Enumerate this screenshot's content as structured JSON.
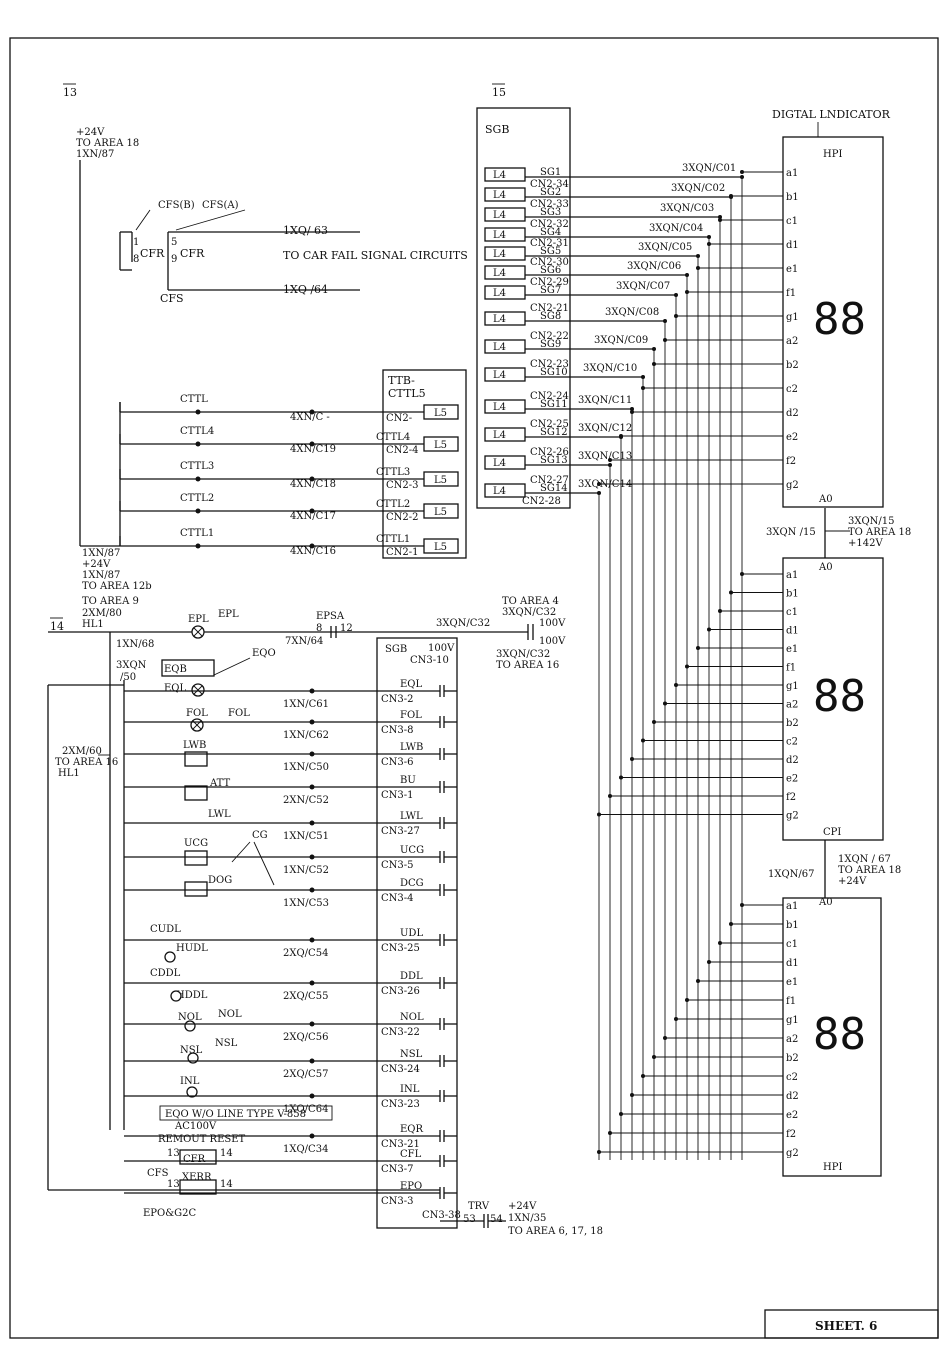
{
  "sheet": {
    "region_left": "13",
    "region_mid": "15",
    "region_lower": "14",
    "footer": "SHEET. 6"
  },
  "power_top": {
    "line1": "+24V",
    "line2": "TO AREA 18",
    "line3": "1XN/87"
  },
  "cfr": {
    "cfs_b": "CFS(B)",
    "cfs_a": "CFS(A)",
    "coil_left": "CFR",
    "coil_right": "CFR",
    "t1": "1",
    "t8": "8",
    "t5": "5",
    "t9": "9",
    "cfs": "CFS",
    "out1": "1XQ/ 63",
    "out2": "1XQ /64",
    "target": "TO CAR FAIL SIGNAL CIRCUITS"
  },
  "ttb": {
    "title1": "TTB-",
    "title2": "CTTL5",
    "rows": [
      {
        "lamp": "CTTL",
        "wire": "4XN/C -",
        "pin": "CN2-",
        "cn": ""
      },
      {
        "lamp": "CTTL4",
        "wire": "4XN/C19",
        "pin": "CN2-4",
        "cn": "CTTL4"
      },
      {
        "lamp": "CTTL3",
        "wire": "4XN/C18",
        "pin": "CN2-3",
        "cn": "CTTL3"
      },
      {
        "lamp": "CTTL2",
        "wire": "4XN/C17",
        "pin": "CN2-2",
        "cn": "CTTL2"
      },
      {
        "lamp": "CTTL1",
        "wire": "4XN/C16",
        "pin": "CN2-1",
        "cn": "CTTL1"
      }
    ],
    "relay": "L5"
  },
  "power_mid": {
    "l1": "1XN/87",
    "l2": "+24V",
    "l3": "1XN/87",
    "l4": "TO AREA 12b",
    "l5": "TO AREA 9",
    "l6": "2XM/80",
    "l7": "HL1"
  },
  "sgb_top": {
    "title": "SGB",
    "relay": "L4",
    "rows": [
      {
        "sg": "SG1",
        "cn": "",
        "cable": "3XQN/C01"
      },
      {
        "sg": "SG2",
        "cn": "CN2-34",
        "cable": "3XQN/C02"
      },
      {
        "sg": "SG3",
        "cn": "CN2-33",
        "cable": "3XQN/C03"
      },
      {
        "sg": "SG4",
        "cn": "CN2-32",
        "cable": "3XQN/C04"
      },
      {
        "sg": "SG5",
        "cn": "CN2-31",
        "cable": "3XQN/C05"
      },
      {
        "sg": "SG6",
        "cn": "CN2-30",
        "cable": "3XQN/C06"
      },
      {
        "sg": "SG7",
        "cn": "CN2-29",
        "cable": "3XQN/C07"
      },
      {
        "sg": "SG8",
        "cn": "CN2-21",
        "cable": "3XQN/C08"
      },
      {
        "sg": "SG9",
        "cn": "CN2-22",
        "cable": "3XQN/C09"
      },
      {
        "sg": "SG10",
        "cn": "CN2-23",
        "cable": "3XQN/C10"
      },
      {
        "sg": "SG11",
        "cn": "CN2-24",
        "cable": "3XQN/C11"
      },
      {
        "sg": "SG12",
        "cn": "CN2-25",
        "cable": "3XQN/C12"
      },
      {
        "sg": "SG13",
        "cn": "CN2-26",
        "cable": "3XQN/C13"
      },
      {
        "sg": "SG14",
        "cn": "CN2-27",
        "cable": "3XQN/C14"
      }
    ],
    "bottom_pin": "CN2-28"
  },
  "indicator": {
    "title": "DIGTAL LNDICATOR",
    "pins": [
      "a1",
      "b1",
      "c1",
      "d1",
      "e1",
      "f1",
      "g1",
      "a2",
      "b2",
      "c2",
      "d2",
      "e2",
      "f2",
      "g2"
    ],
    "hpi_top": "HPI",
    "a0": "A0",
    "cpi": "CPI",
    "hpi_bottom": "HPI",
    "pwr1_left": "3XQN /15",
    "pwr1_r1": "3XQN/15",
    "pwr1_r2": "TO AREA 18",
    "pwr1_r3": "+142V",
    "pwr2_left": "1XQN/67",
    "pwr2_r1": "1XQN / 67",
    "pwr2_r2": "TO AREA 18",
    "pwr2_r3": "+24V",
    "digits": "88"
  },
  "lower": {
    "epl": "EPL",
    "epl2": "EPL",
    "epsa": "EPSA",
    "epsa_8": "8",
    "epsa_12": "12",
    "w7xn": "7XN/64",
    "w1xn68": "1XN/68",
    "c32": "3XQN/C32",
    "area4_1": "TO AREA 4",
    "area4_2": "3XQN/C32",
    "v100a": "100V",
    "v100b": "100V",
    "area16_1": "3XQN/C32",
    "area16_2": "TO AREA 16",
    "xqn50_1": "3XQN",
    "xqn50_2": "/50",
    "eqo": "EQO",
    "eqb": "EQB",
    "eql": "EQL",
    "fol": "FOL",
    "fol2": "FOL",
    "lwb": "LWB",
    "att": "ATT",
    "lwl": "LWL",
    "ucg": "UCG",
    "cg": "CG",
    "dog": "DOG",
    "cudl": "CUDL",
    "hudl": "HUDL",
    "cddl": "CDDL",
    "hddl": "HDDL",
    "nol": "NOL",
    "nol2": "NOL",
    "nsl": "NSL",
    "nsl2": "NSL",
    "inl": "INL",
    "eqo_line": "EQO  W/O LINE TYPE V-858",
    "ac100": "AC100V",
    "remout": "REMOUT RESET",
    "cfr": "CFR",
    "cfr13": "13",
    "cfr14": "14",
    "cfs": "CFS",
    "xerr": "XERR",
    "x13": "13",
    "x14": "14",
    "epo_g2c": "EPO&G2C",
    "hl_1": "2XM/60",
    "hl_2": "TO AREA 16",
    "hl_3": "HL1",
    "sgb_title": "SGB",
    "sgb_100v": "100V",
    "sgb_cn": "CN3-10",
    "rows": [
      {
        "wire": "1XN/C61",
        "sig": "EQL",
        "pin": "CN3-2"
      },
      {
        "wire": "1XN/C62",
        "sig": "FOL",
        "pin": "CN3-8"
      },
      {
        "wire": "1XN/C50",
        "sig": "LWB",
        "pin": "CN3-6"
      },
      {
        "wire": "2XN/C52",
        "sig": "BU",
        "pin": "CN3-1"
      },
      {
        "wire": "1XN/C51",
        "sig": "LWL",
        "pin": "CN3-27"
      },
      {
        "wire": "1XN/C52",
        "sig": "UCG",
        "pin": "CN3-5"
      },
      {
        "wire": "1XN/C53",
        "sig": "DCG",
        "pin": "CN3-4"
      },
      {
        "wire": "2XQ/C54",
        "sig": "UDL",
        "pin": "CN3-25"
      },
      {
        "wire": "2XQ/C55",
        "sig": "DDL",
        "pin": "CN3-26"
      },
      {
        "wire": "2XQ/C56",
        "sig": "NOL",
        "pin": "CN3-22"
      },
      {
        "wire": "2XQ/C57",
        "sig": "NSL",
        "pin": "CN3-24"
      },
      {
        "wire": "1XQ/C64",
        "sig": "INL",
        "pin": "CN3-23"
      },
      {
        "wire": "1XQ/C34",
        "sig": "EQR",
        "pin": "CN3-21"
      },
      {
        "wire": "",
        "sig": "CFL",
        "pin": "CN3-7"
      },
      {
        "wire": "",
        "sig": "EPO",
        "pin": "CN3-3"
      }
    ],
    "trv": "TRV",
    "cn338": "CN3-38",
    "t53": "53",
    "t54": "54",
    "trv_1": "+24V",
    "trv_2": "1XN/35",
    "trv_3": "TO AREA 6, 17, 18"
  }
}
